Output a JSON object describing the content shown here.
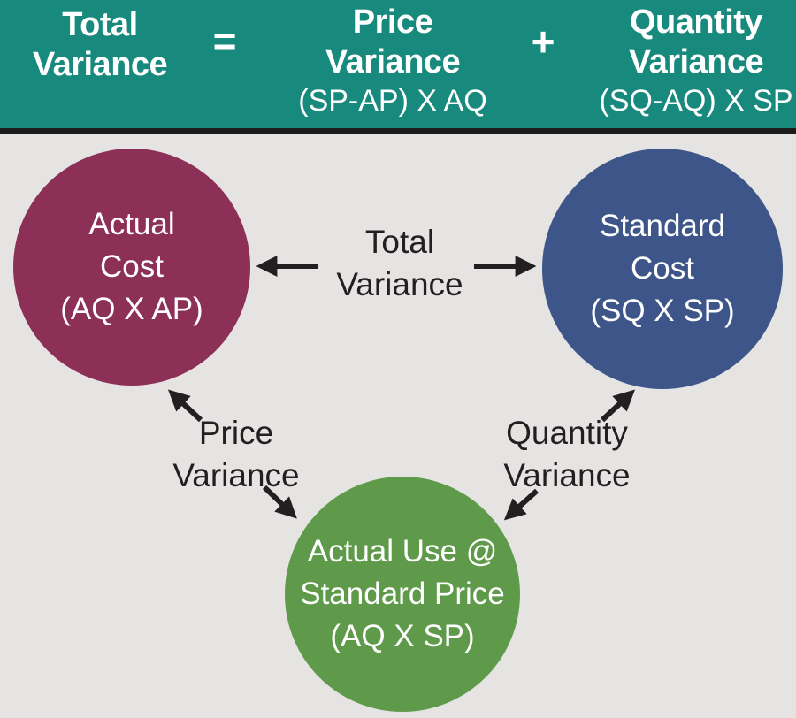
{
  "colors": {
    "header_bg": "#18897d",
    "divider": "#1c1c1c",
    "body_bg": "#e5e4e3",
    "actual_cost_fill": "#8d3058",
    "standard_cost_fill": "#3d5588",
    "actual_use_fill": "#5f9a4b",
    "header_text": "#ffffff",
    "circle_text": "#ffffff",
    "label_text": "#231f20",
    "arrow_color": "#231f20"
  },
  "header": {
    "total_variance": {
      "line1": "Total",
      "line2": "Variance"
    },
    "equals_sign": "=",
    "price_variance": {
      "line1": "Price",
      "line2": "Variance",
      "formula": "(SP-AP) X AQ"
    },
    "plus_sign": "+",
    "quantity_variance": {
      "line1": "Quantity",
      "line2": "Variance",
      "formula": "(SQ-AQ) X SP"
    }
  },
  "diagram": {
    "actual_cost_circle": {
      "line1": "Actual",
      "line2": "Cost",
      "line3": "(AQ X AP)"
    },
    "standard_cost_circle": {
      "line1": "Standard",
      "line2": "Cost",
      "line3": "(SQ X SP)"
    },
    "actual_use_circle": {
      "line1": "Actual Use @",
      "line2": "Standard Price",
      "line3": "(AQ X SP)"
    },
    "total_variance_label": {
      "line1": "Total",
      "line2": "Variance"
    },
    "price_variance_label": {
      "line1": "Price",
      "line2": "Variance"
    },
    "quantity_variance_label": {
      "line1": "Quantity",
      "line2": "Variance"
    }
  }
}
